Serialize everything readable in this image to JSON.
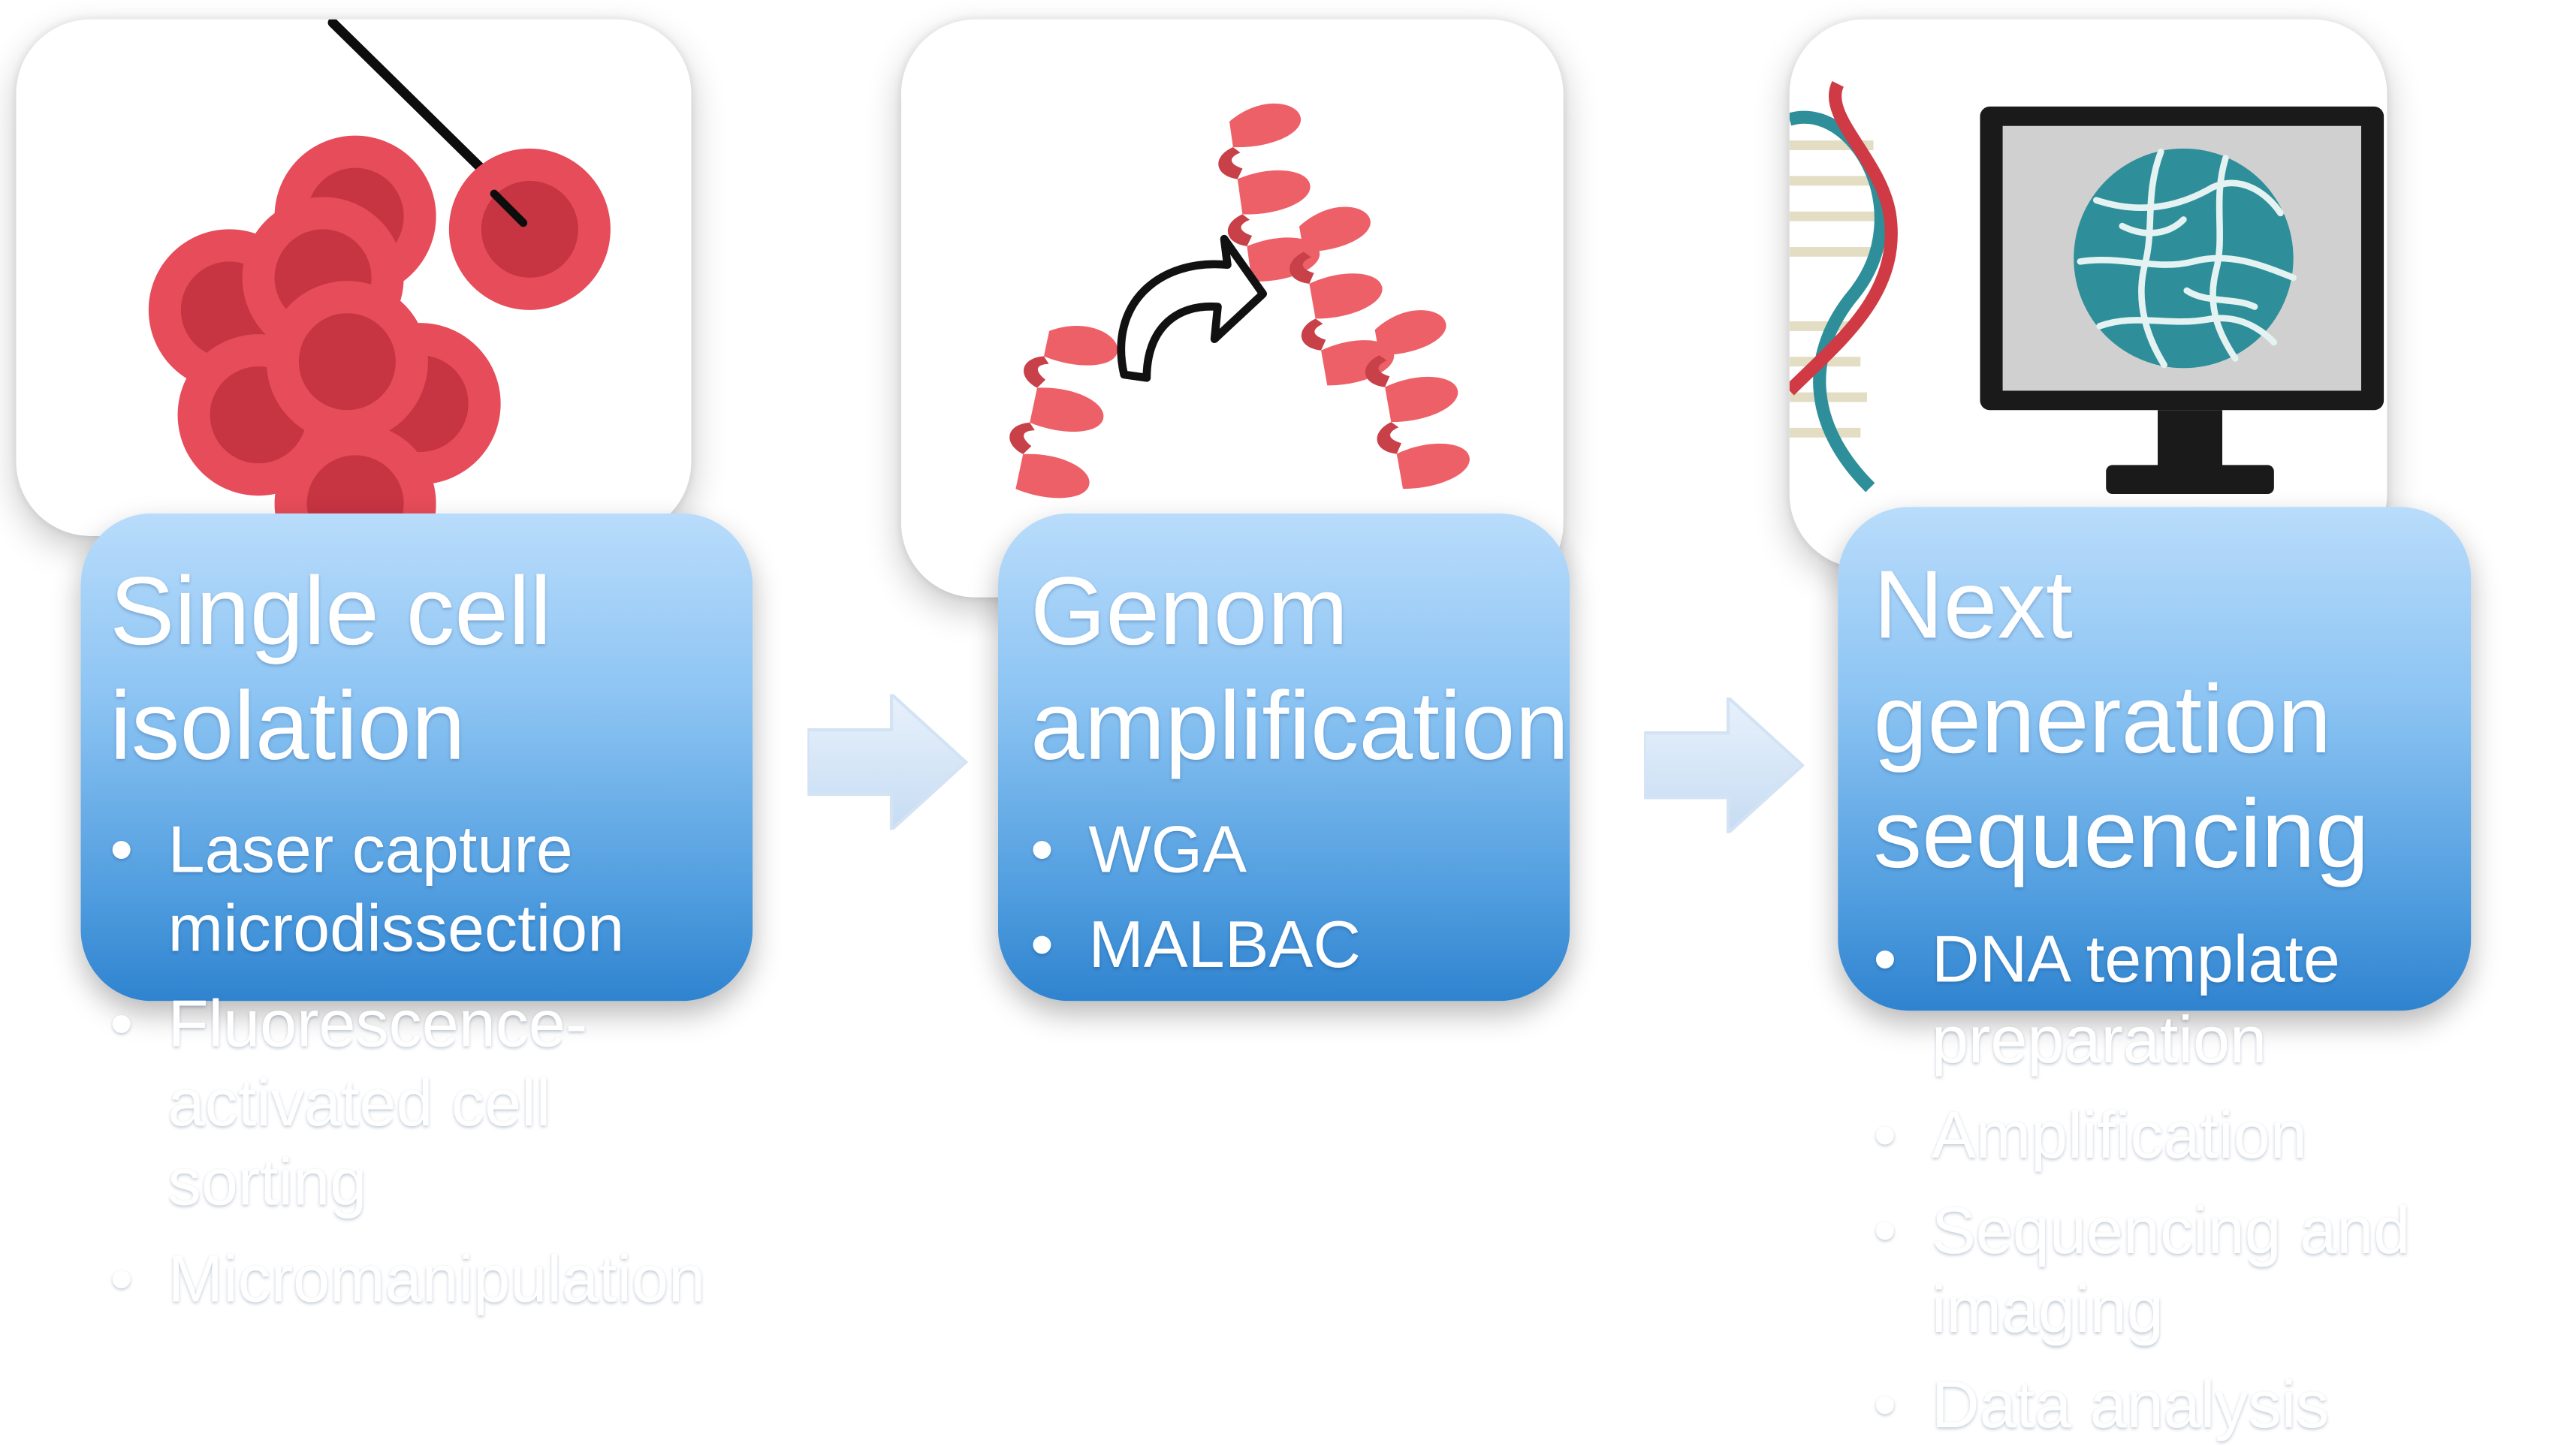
{
  "colors": {
    "cell_fill": "#e64c5a",
    "cell_nucleus": "#c73442",
    "helix_fill": "#ee6068",
    "box_gradient_top": "#b9dcfb",
    "box_gradient_bottom": "#2f83cf",
    "flow_arrow": "#d6e6f6",
    "globe_fill": "#2e8f9a",
    "monitor_frame": "#1a1a1a",
    "screen_bg": "#d0d0d0"
  },
  "icons": {
    "step1": "blood-cells-with-micropipette",
    "step2": "dna-fragments-amplification",
    "step3": "dna-helix-and-computer-monitor"
  },
  "steps": [
    {
      "title": "Single cell isolation",
      "items": [
        "Laser capture microdissection",
        "Fluorescence-activated cell sorting",
        "Micromanipulation"
      ]
    },
    {
      "title": "Genom amplification",
      "items": [
        "WGA",
        "MALBAC"
      ]
    },
    {
      "title": "Next generation sequencing",
      "items": [
        "DNA template preparation",
        "Amplification",
        "Sequencing and imaging",
        "Data analysis"
      ]
    }
  ]
}
